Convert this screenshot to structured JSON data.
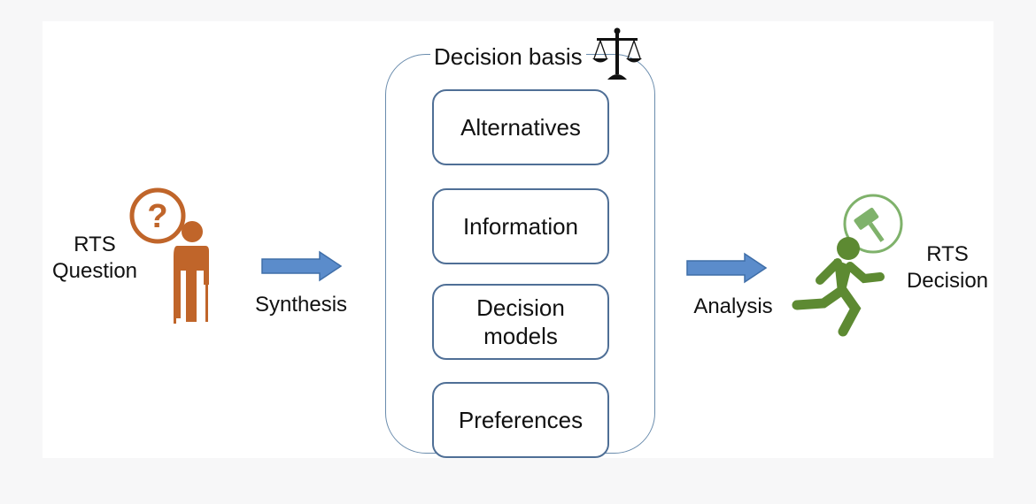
{
  "left": {
    "line1": "RTS",
    "line2": "Question"
  },
  "arrow_left_label": "Synthesis",
  "basis": {
    "title": "Decision basis",
    "items": [
      "Alternatives",
      "Information",
      "Decision",
      "models",
      "Preferences"
    ]
  },
  "arrow_right_label": "Analysis",
  "right": {
    "line1": "RTS",
    "line2": "Decision"
  },
  "colors": {
    "orange": "#c0652a",
    "blue": "#5b8ccb",
    "green": "#5d8a32",
    "frame": "#6a8cad"
  },
  "icons": [
    "question-person-icon",
    "scales-icon",
    "runner-gavel-icon",
    "arrow-right-icon"
  ]
}
